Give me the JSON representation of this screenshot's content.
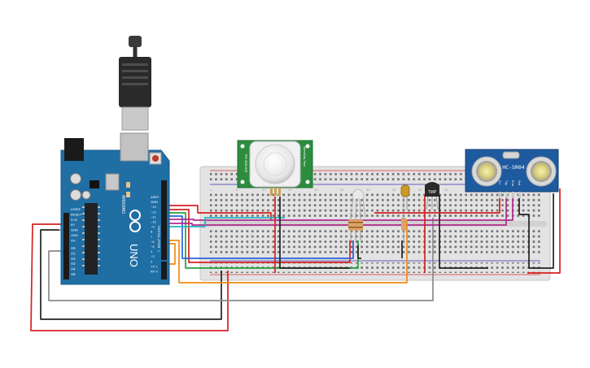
{
  "arduino": {
    "brand": "ARDUINO",
    "model": "UNO",
    "pin_header_top": [
      "AREF",
      "GND",
      "~13",
      "~12",
      "~11",
      "~10",
      "~9",
      "8",
      "7",
      "~6",
      "~5",
      "4",
      "~3",
      "2",
      "TX 1",
      "RX 0"
    ],
    "digital_label": "DIGITAL (PWM ~)",
    "tx_label": "TX→1",
    "rx_label": "RX←0",
    "power_pins": [
      "IOREF",
      "RESET",
      "3.3V",
      "5V",
      "GND",
      "GND",
      "Vin"
    ],
    "analog_pins": [
      "A0",
      "A1",
      "A2",
      "A3",
      "A4",
      "A5"
    ],
    "analog_label": "ANALOG IN",
    "power_label": "POWER"
  },
  "pir": {
    "label_left": "PIR SENSOR",
    "label_right": "Sensitivity Time"
  },
  "ultrasonic": {
    "model": "HC-SR04",
    "pins": [
      "Vcc",
      "Trig",
      "Echo",
      "Gnd"
    ]
  },
  "tmp": {
    "label": "TMP"
  },
  "breadboard": {
    "col_numbers": [
      "1",
      "5",
      "10",
      "15",
      "20",
      "25",
      "30",
      "35",
      "40",
      "45",
      "50",
      "55",
      "60"
    ]
  },
  "colors": {
    "board": "#1f6ea4",
    "breadboard": "#e4e4e4",
    "wire_red": "#d62020",
    "wire_black": "#222222",
    "wire_green": "#1fa33a",
    "wire_blue": "#2b62d9",
    "wire_cyan": "#22b2c4",
    "wire_magenta": "#b02a8c",
    "wire_orange": "#f08a15",
    "wire_gray": "#8a8a8a",
    "pir_green": "#2c8d3f"
  }
}
